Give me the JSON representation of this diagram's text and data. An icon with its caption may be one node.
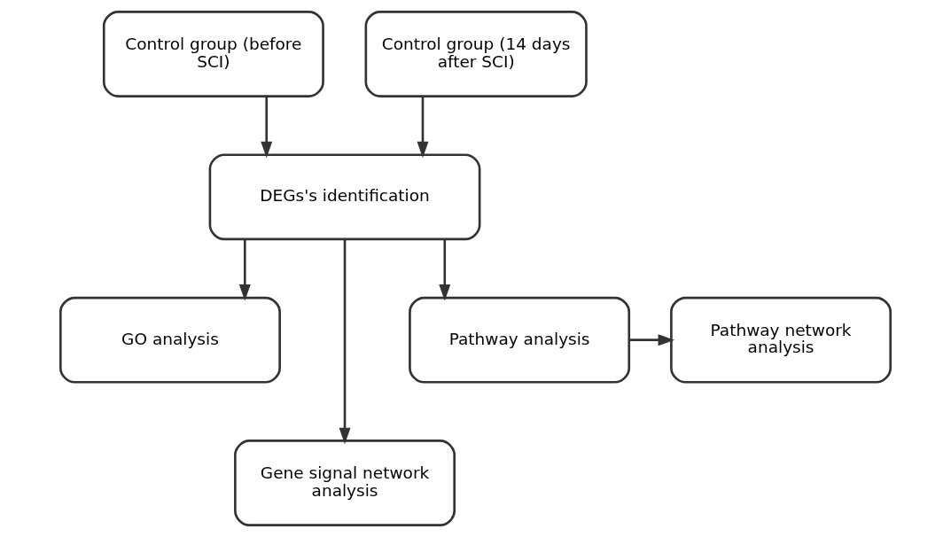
{
  "diagram": {
    "nodes": [
      {
        "text": [
          "Control group (before SCI)"
        ]
      },
      {
        "text": [
          "Control group (14 days after SCI)"
        ]
      },
      {
        "text": [
          "DEGs's identification"
        ]
      },
      {
        "text": [
          "GO analysis"
        ]
      },
      {
        "text": [
          "Gene signal network analysis"
        ]
      },
      {
        "text": [
          "Pathway analysis"
        ]
      },
      {
        "text": [
          "Pathway network analysis"
        ]
      }
    ],
    "edges": [
      {
        "from": 0,
        "to": 2,
        "arrow": "to"
      },
      {
        "from": 1,
        "to": 2,
        "arrow": "to"
      },
      {
        "from": 2,
        "to": 3,
        "arrow": "to"
      },
      {
        "from": 2,
        "to": 4,
        "arrow": "to"
      },
      {
        "from": 2,
        "to": 5,
        "arrow": "to"
      },
      {
        "from": 5,
        "to": 6,
        "arrow": "to"
      }
    ]
  }
}
